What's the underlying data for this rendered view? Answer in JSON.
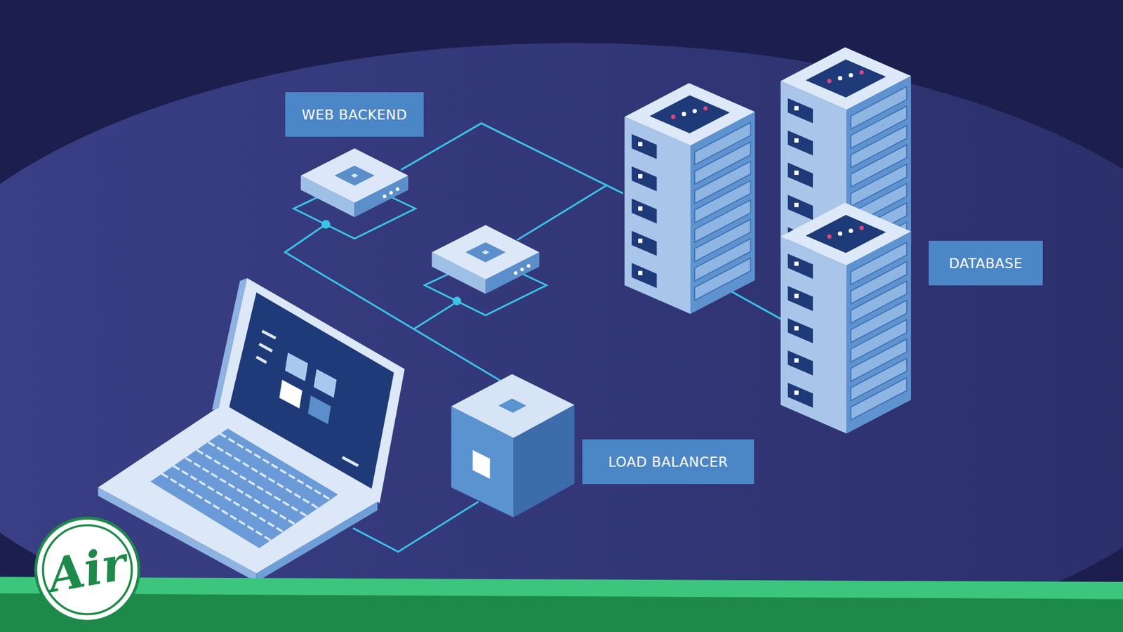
{
  "diagram": {
    "nodes": [
      {
        "text": [
          "WEB BACKEND"
        ]
      },
      {
        "text": [
          "DATABASE"
        ]
      },
      {
        "text": [
          "LOAD BALANCER"
        ]
      }
    ],
    "labels": [
      "Air"
    ]
  }
}
